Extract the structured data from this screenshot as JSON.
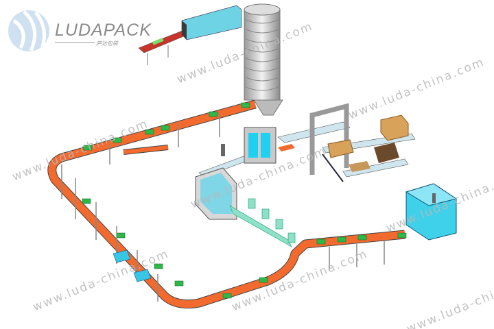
{
  "logo": {
    "name": "LUDAPACK",
    "subtitle": "庐达包装"
  },
  "watermark": "www.luda-china.com",
  "colors": {
    "conveyor": "#f26a2e",
    "tray": "#2fb84a",
    "machine": "#7fd6e6",
    "frame": "#b0b0b0",
    "box": "#d9a25a"
  }
}
